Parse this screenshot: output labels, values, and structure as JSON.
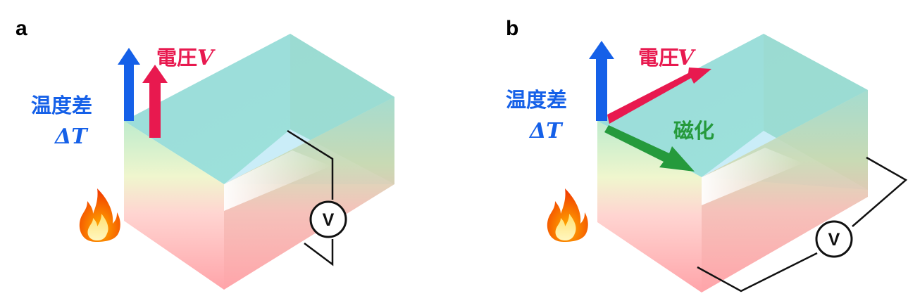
{
  "panel_a": {
    "letter": "a",
    "temperature_label": "温度差",
    "delta_t": "ΔT",
    "voltage_label": "電圧",
    "voltage_symbol": "V",
    "meter_symbol": "V"
  },
  "panel_b": {
    "letter": "b",
    "temperature_label": "温度差",
    "delta_t": "ΔT",
    "voltage_label": "電圧",
    "voltage_symbol": "V",
    "magnetization_label": "磁化",
    "meter_symbol": "V"
  },
  "colors": {
    "temperature_arrow": "#1560e8",
    "voltage_arrow": "#e8194f",
    "magnetization_arrow": "#259a3c",
    "hot_face": "#ff8f95",
    "cool_face": "#7fd8d0"
  },
  "icons": [
    "flame-icon",
    "voltmeter-icon"
  ]
}
